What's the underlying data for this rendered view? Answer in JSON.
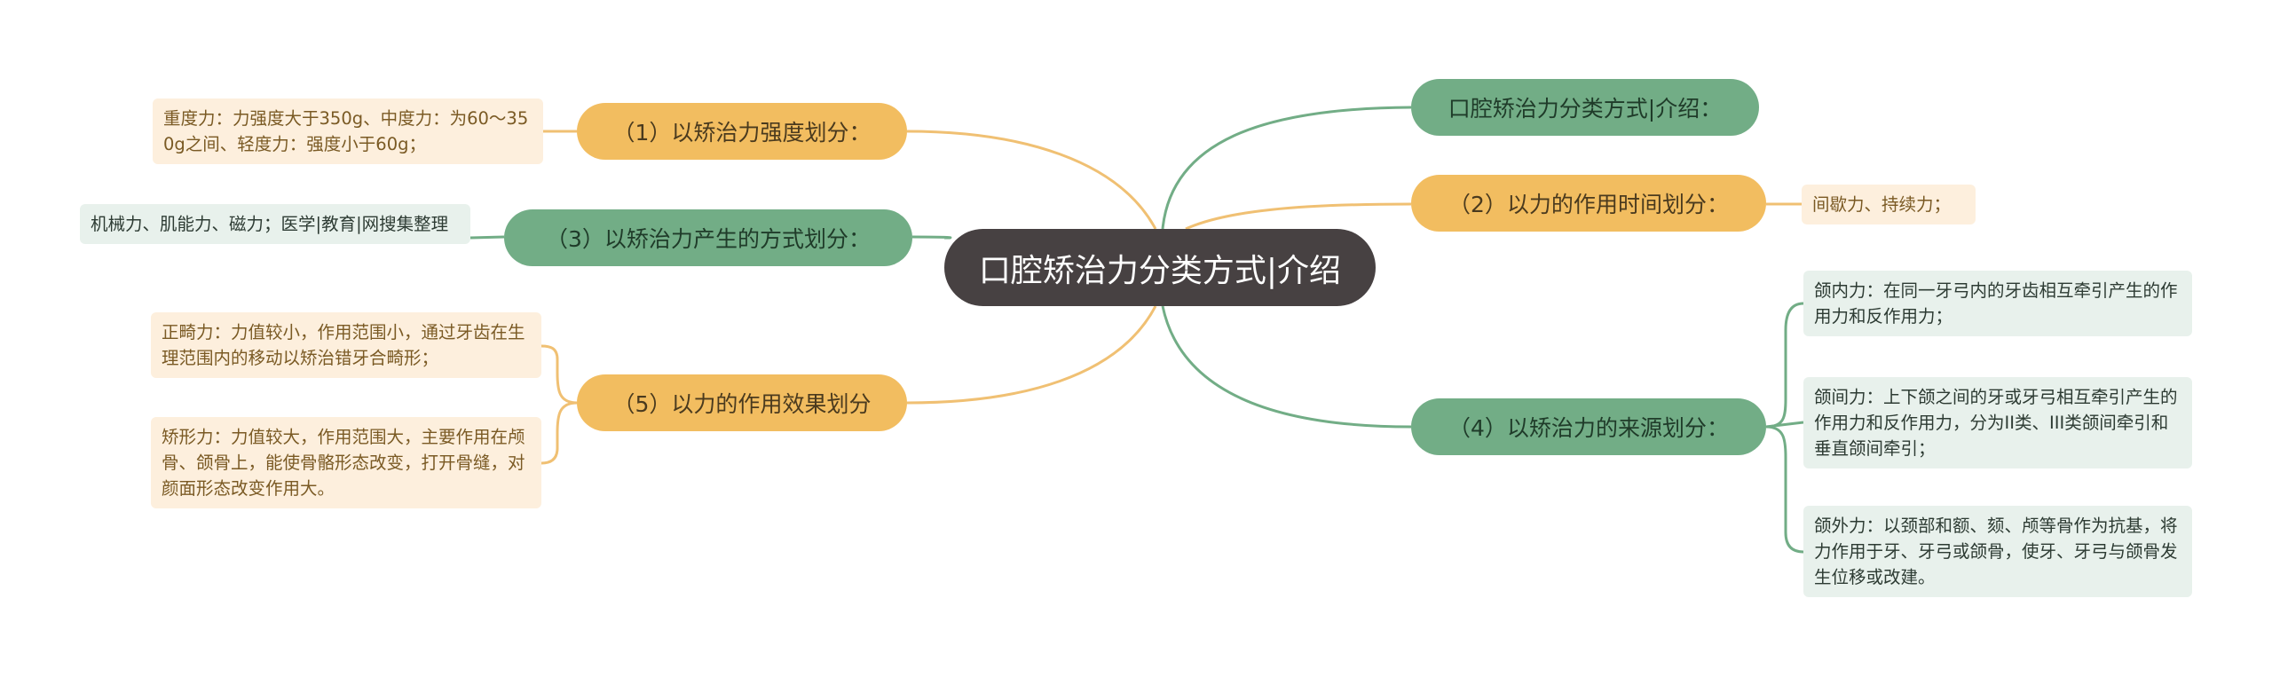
{
  "root": {
    "label": "口腔矫治力分类方式|介绍"
  },
  "branches": {
    "b_intro": {
      "label": "口腔矫治力分类方式|介绍："
    },
    "b1": {
      "label": "（1）以矫治力强度划分："
    },
    "b2": {
      "label": "（2）以力的作用时间划分："
    },
    "b3": {
      "label": "（3）以矫治力产生的方式划分："
    },
    "b4": {
      "label": "（4）以矫治力的来源划分："
    },
    "b5": {
      "label": "（5）以力的作用效果划分"
    }
  },
  "leaves": {
    "l1": {
      "text": "重度力：力强度大于350g、中度力：为60～350g之间、轻度力：强度小于60g；"
    },
    "l2": {
      "text": "间歇力、持续力；"
    },
    "l3": {
      "text": "机械力、肌能力、磁力；医学|教育|网搜集整理"
    },
    "l4a": {
      "text": "颌内力：在同一牙弓内的牙齿相互牵引产生的作用力和反作用力；"
    },
    "l4b": {
      "text": "颌间力：上下颌之间的牙或牙弓相互牵引产生的作用力和反作用力，分为II类、III类颌间牵引和垂直颌间牵引；"
    },
    "l4c": {
      "text": "颌外力：以颈部和额、颏、颅等骨作为抗基，将力作用于牙、牙弓或颌骨，使牙、牙弓与颌骨发生位移或改建。"
    },
    "l5a": {
      "text": "正畸力：力值较小，作用范围小，通过牙齿在生理范围内的移动以矫治错牙合畸形；"
    },
    "l5b": {
      "text": "矫形力：力值较大，作用范围大，主要作用在颅骨、颌骨上，能使骨骼形态改变，打开骨缝，对颜面形态改变作用大。"
    }
  },
  "colors": {
    "root_bg": "#474142",
    "orange": "#f2bd60",
    "green": "#72ad86",
    "orange_link": "#f0c073",
    "green_link": "#72ad86",
    "orange_leaf_bg": "#fdefdd",
    "green_leaf_bg": "#e8f1ec"
  }
}
